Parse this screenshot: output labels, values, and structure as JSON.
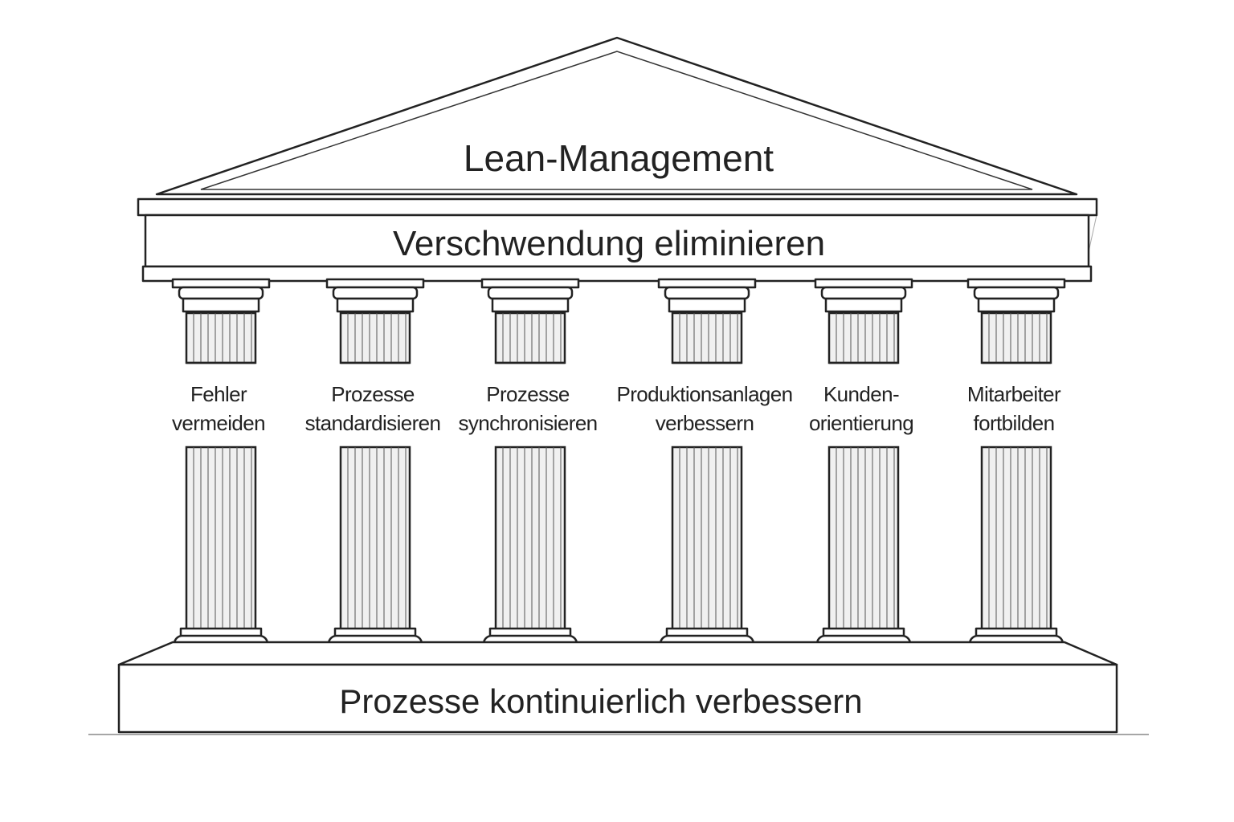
{
  "roof": {
    "title": "Lean-Management"
  },
  "entablature": {
    "label": "Verschwendung eliminieren"
  },
  "pillars": [
    {
      "line1": "Fehler",
      "line2": "vermeiden"
    },
    {
      "line1": "Prozesse",
      "line2": "standardisieren"
    },
    {
      "line1": "Prozesse",
      "line2": "synchronisieren"
    },
    {
      "line1": "Produktionsanlagen",
      "line2": "verbessern"
    },
    {
      "line1": "Kunden-",
      "line2": "orientierung"
    },
    {
      "line1": "Mitarbeiter",
      "line2": "fortbilden"
    }
  ],
  "foundation": {
    "label": "Prozesse kontinuierlich verbessern"
  }
}
